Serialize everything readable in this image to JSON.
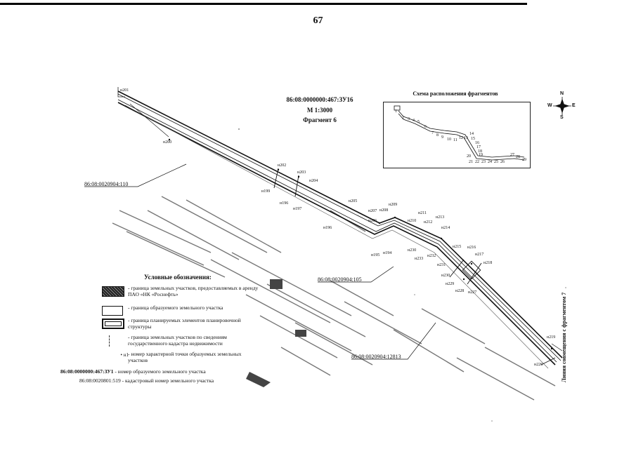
{
  "page_number": "67",
  "map": {
    "title": "86:08:0000000:467:ЗУ16",
    "scale": "М 1:3000",
    "fragment": "Фрагмент 6",
    "side_line_label": "Линия совмещения с фрагментом 7",
    "cadastral_labels": [
      "86:08:0020904:110",
      "86:08:0020904:105",
      "86:08:0020904:12813"
    ],
    "point_labels": [
      "н201",
      "н200",
      "н202",
      "н203",
      "н204",
      "н199",
      "н196",
      "н197",
      "н205",
      "н196",
      "н207",
      "н208",
      "н209",
      "н206",
      "н210",
      "н211",
      "н212",
      "н213",
      "н214",
      "н195",
      "н194",
      "н230",
      "н232",
      "н233",
      "н215",
      "н216",
      "н231",
      "н217",
      "н218",
      "н230",
      "н229",
      "н228",
      "н227",
      "н219",
      "н226"
    ]
  },
  "inset": {
    "title": "Схема расположения фрагментов",
    "fragment_numbers": [
      "1",
      "2",
      "3",
      "4",
      "5",
      "6",
      "7",
      "8",
      "9",
      "10",
      "11",
      "12",
      "13",
      "14",
      "15",
      "16",
      "17",
      "18",
      "19",
      "20",
      "21",
      "22",
      "23",
      "24",
      "25",
      "26",
      "27",
      "28",
      "29"
    ]
  },
  "compass": {
    "n": "N",
    "s": "S",
    "w": "W",
    "e": "E"
  },
  "legend": {
    "title": "Условные обозначения:",
    "items": [
      "- граница земельных участков, предоставляемых в аренду ПАО «НК «Роснефть»",
      "- граница образуемого земельного участка",
      "- граница планируемых элементов планировочной структуры",
      "- граница земельных участков по сведениям государственного кадастра недвижимости",
      "- номер характерной точки образуемых земельных участков"
    ],
    "point_symbol": "• н1",
    "code_example_1": "86:08:0000000:467:ЗУ1",
    "code_desc_1": "- номер образуемого земельного участка",
    "code_example_2": "86:08:0020801:519",
    "code_desc_2": "- кадастровый номер земельного участка"
  }
}
